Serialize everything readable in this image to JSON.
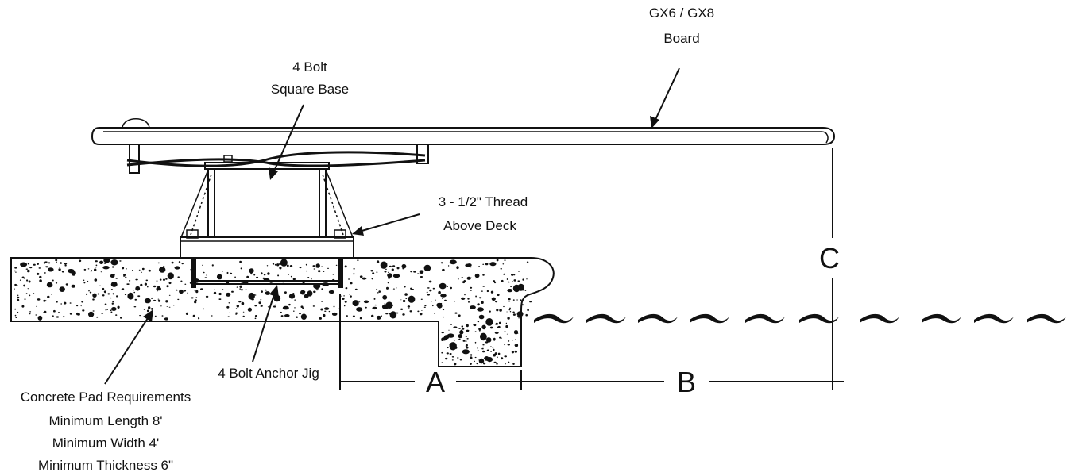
{
  "labels": {
    "board_line1": "GX6 / GX8",
    "board_line2": "Board",
    "base_line1": "4 Bolt",
    "base_line2": "Square Base",
    "thread_line1": "3 - 1/2\" Thread",
    "thread_line2": "Above Deck",
    "jig": "4 Bolt Anchor Jig",
    "pad_line1": "Concrete Pad Requirements",
    "pad_line2": "Minimum Length 8'",
    "pad_line3": "Minimum Width 4'",
    "pad_line4": "Minimum Thickness 6\""
  },
  "dimensions": {
    "a": "A",
    "b": "B",
    "c": "C"
  },
  "icons": {
    "board": "diving-board-icon",
    "base": "square-base-stand-icon",
    "water": "water-wave-icon",
    "concrete": "concrete-texture"
  }
}
